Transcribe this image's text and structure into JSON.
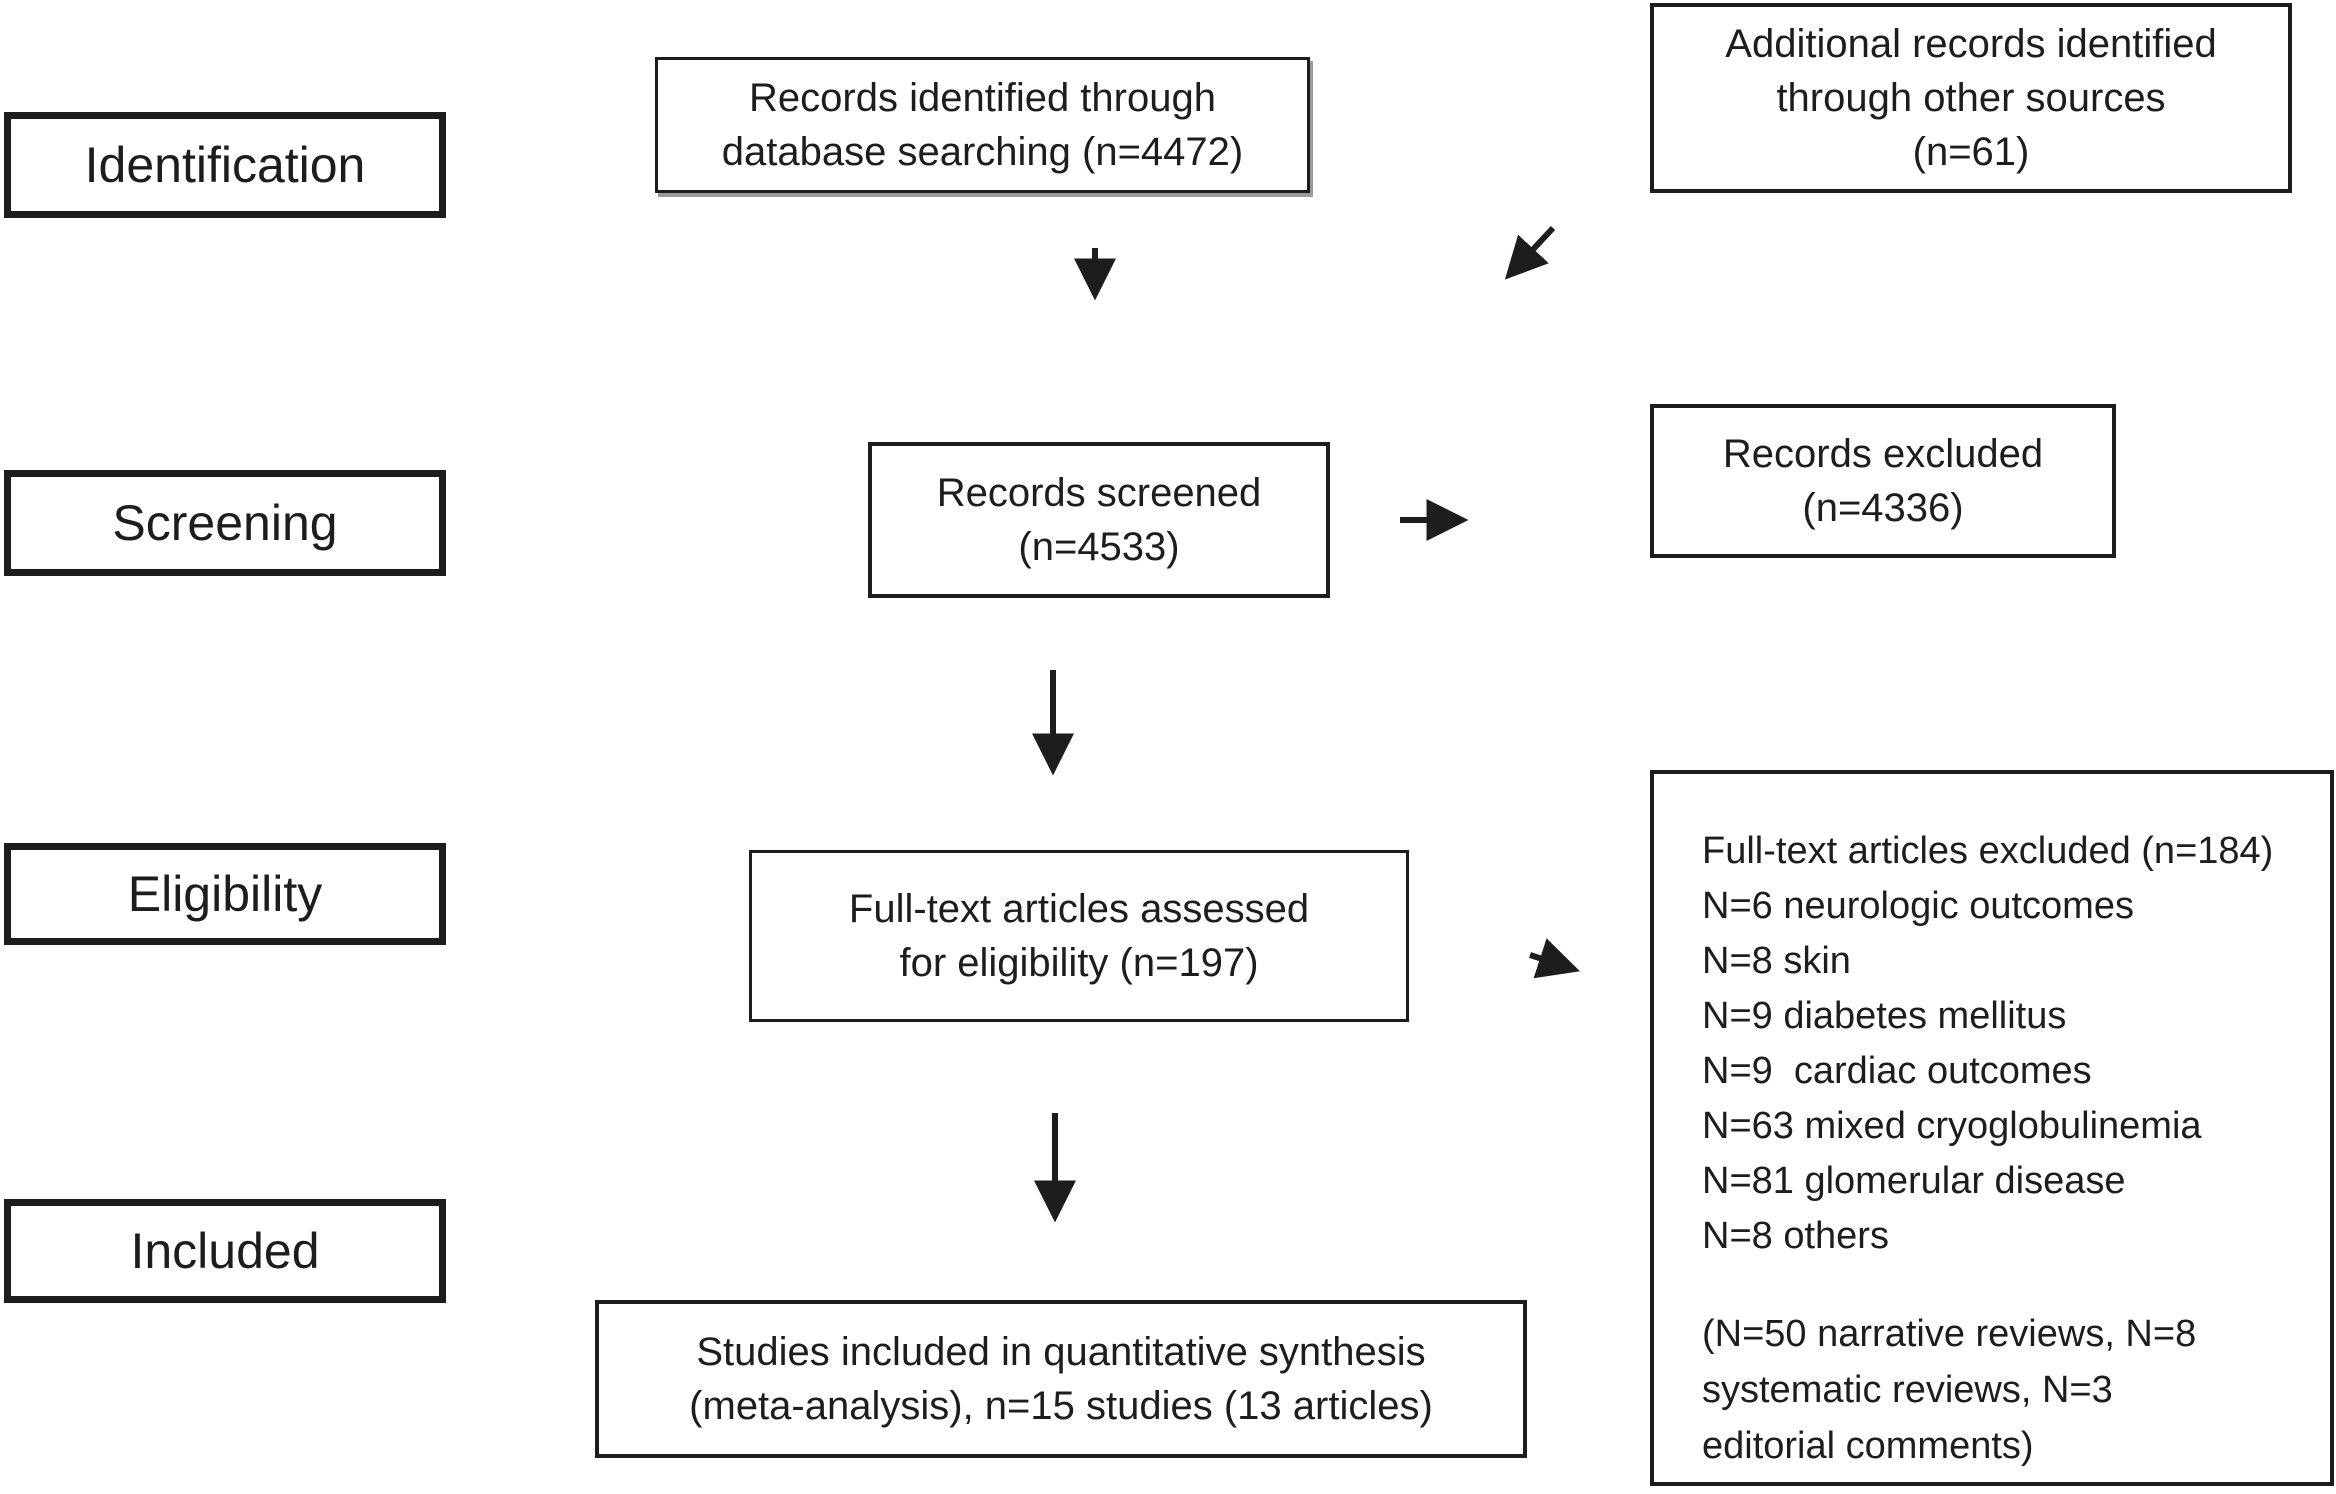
{
  "diagram": {
    "stage_labels": {
      "identification": "Identification",
      "screening": "Screening",
      "eligibility": "Eligibility",
      "included": "Included"
    },
    "boxes": {
      "records_identified": {
        "lines": [
          "Records identified through",
          "database searching (n=4472)"
        ]
      },
      "additional_records": {
        "lines": [
          "Additional records identified",
          "through other sources",
          "(n=61)"
        ]
      },
      "records_screened": {
        "lines": [
          "Records screened",
          "(n=4533)"
        ]
      },
      "records_excluded": {
        "lines": [
          "Records excluded",
          "(n=4336)"
        ]
      },
      "fulltext_assessed": {
        "lines": [
          "Full-text articles assessed",
          "for eligibility (n=197)"
        ]
      },
      "fulltext_excluded": {
        "lines": [
          "Full-text articles excluded (n=184)",
          "N=6 neurologic outcomes",
          "N=8 skin",
          "N=9 diabetes mellitus",
          "N=9  cardiac outcomes",
          "N=63 mixed cryoglobulinemia",
          "N=81 glomerular disease",
          "N=8 others"
        ],
        "footnote_lines": [
          "(N=50 narrative reviews, N=8",
          "systematic reviews, N=3",
          "editorial comments)"
        ]
      },
      "studies_included": {
        "lines": [
          "Studies included in quantitative synthesis",
          "(meta-analysis), n=15 studies (13 articles)"
        ]
      }
    },
    "colors": {
      "ink": "#1d1d1d",
      "background": "#ffffff"
    }
  }
}
